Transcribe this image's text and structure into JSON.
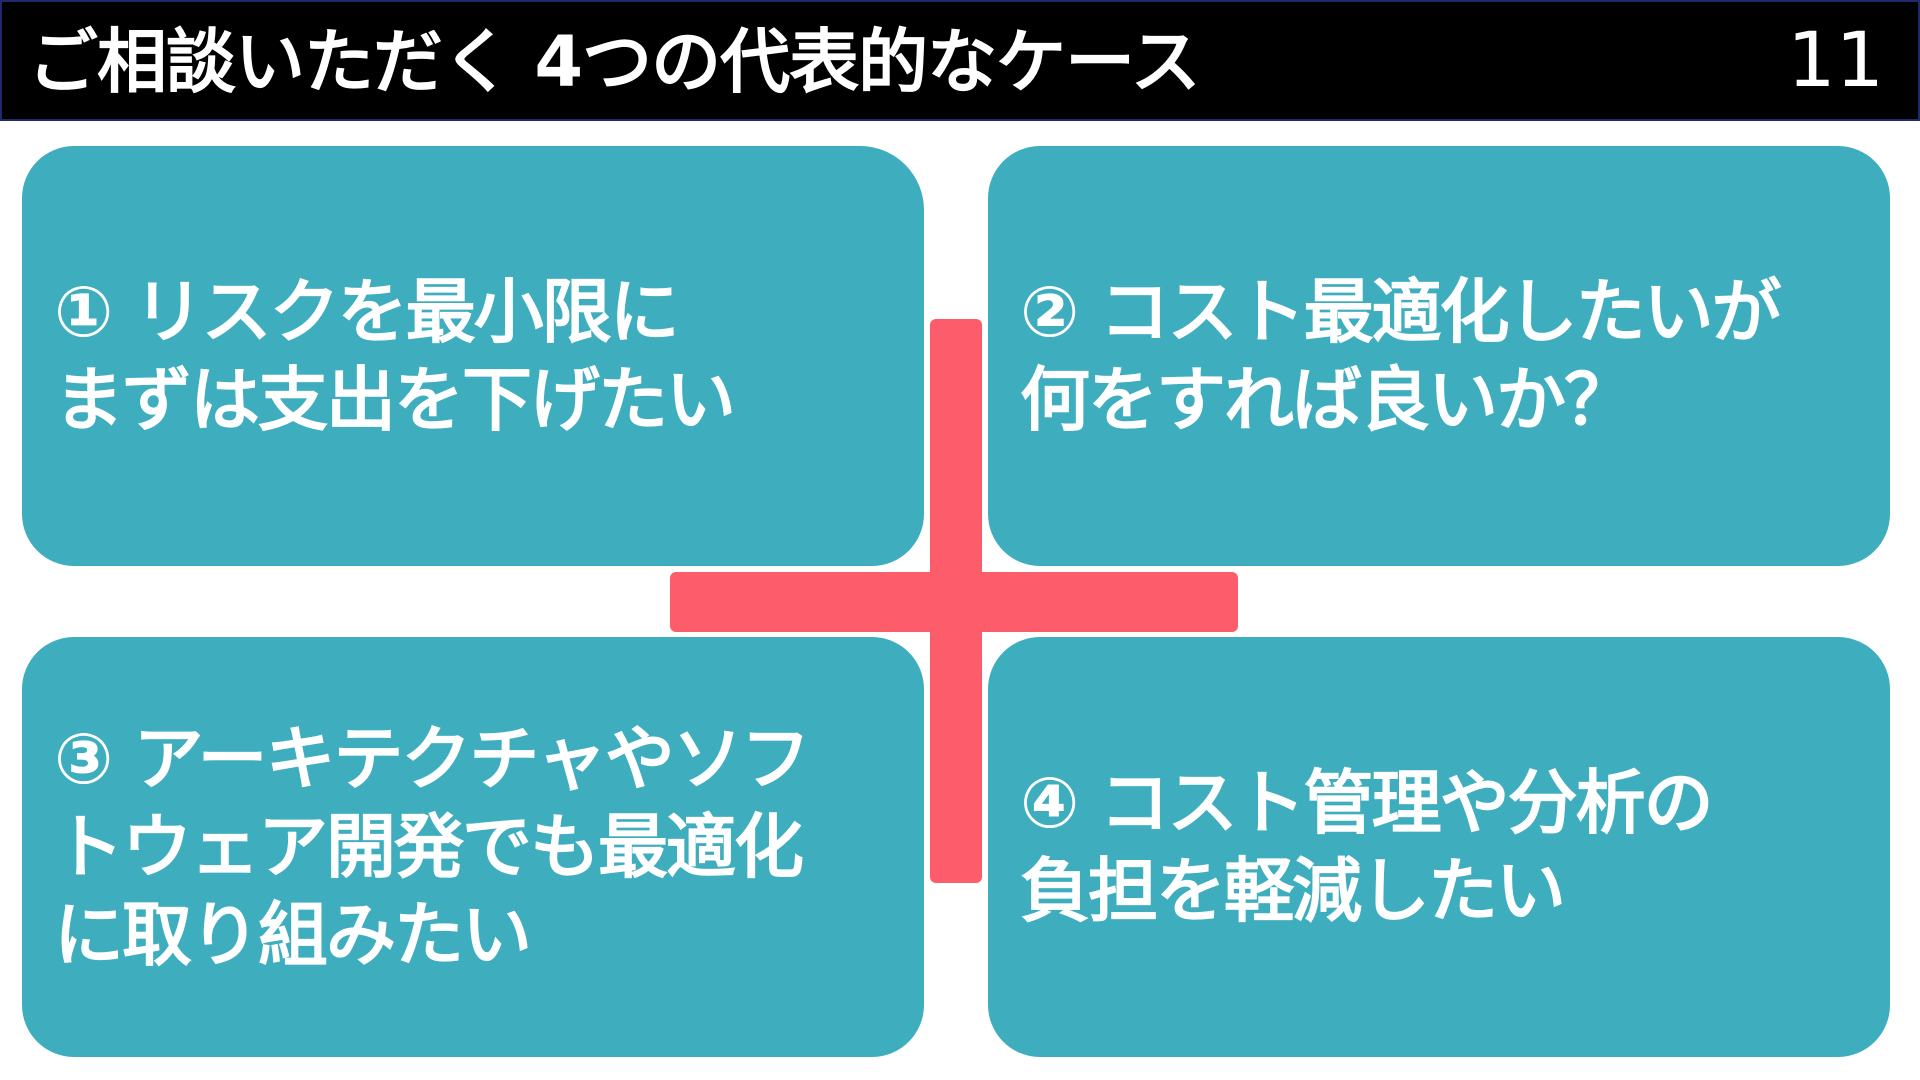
{
  "header": {
    "title": "ご相談いただく 4つの代表的なケース",
    "page_number": "11"
  },
  "cases": [
    {
      "text": "① リスクを最小限に\nまずは支出を下げたい"
    },
    {
      "text": "② コスト最適化したいが\n何をすれば良いか？"
    },
    {
      "text": "③ アーキテクチャやソフ\nトウェア開発でも最適化\nに取り組みたい"
    },
    {
      "text": "④ コスト管理や分析の\n負担を軽減したい"
    }
  ],
  "colors": {
    "header_bg": "#000000",
    "card_bg": "#3eaebf",
    "cross": "#fd5c6a",
    "text": "#ffffff"
  }
}
